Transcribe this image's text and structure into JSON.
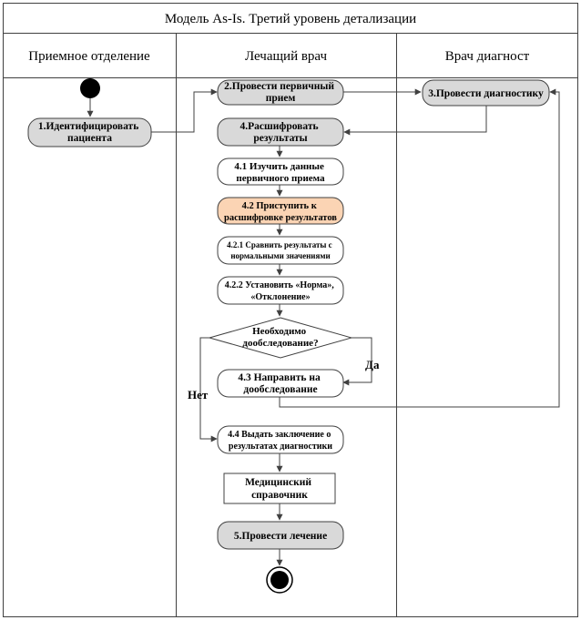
{
  "title": "Модель As-Is. Третий уровень детализации",
  "lanes": [
    {
      "label": "Приемное отделение"
    },
    {
      "label": "Лечащий врач"
    },
    {
      "label": "Врач диагност"
    }
  ],
  "nodes": {
    "identify": {
      "lines": [
        "1.Идентифицировать",
        "пациента"
      ]
    },
    "primary": {
      "lines": [
        "2.Провести первичный",
        "прием"
      ]
    },
    "diagnostics": {
      "lines": [
        "3.Провести диагностику"
      ]
    },
    "decode": {
      "lines": [
        "4.Расшифровать",
        "результаты"
      ]
    },
    "study": {
      "lines": [
        "4.1 Изучить данные",
        "первичного приема"
      ]
    },
    "start_decode": {
      "lines": [
        "4.2 Приступить к",
        "расшифровке результатов"
      ]
    },
    "compare": {
      "lines": [
        "4.2.1 Сравнить результаты с",
        "нормальными значениями"
      ]
    },
    "set_norm": {
      "lines": [
        "4.2.2 Установить «Норма»,",
        "«Отклонение»"
      ]
    },
    "decision": {
      "lines": [
        "Необходимо",
        "дообследование?"
      ]
    },
    "refer": {
      "lines": [
        "4.3 Направить на",
        "дообследование"
      ]
    },
    "conclusion": {
      "lines": [
        "4.4 Выдать заключение о",
        "результатах диагностики"
      ]
    },
    "reference": {
      "lines": [
        "Медицинский",
        "справочник"
      ]
    },
    "treatment": {
      "lines": [
        "5.Провести лечение"
      ]
    }
  },
  "branch_labels": {
    "yes": "Да",
    "no": "Нет"
  },
  "colors": {
    "gray_fill": "#d9d9d9",
    "white_fill": "#ffffff",
    "highlight_fill": "#fbd4b4",
    "line": "#404040",
    "node_fill_black": "#000000"
  }
}
